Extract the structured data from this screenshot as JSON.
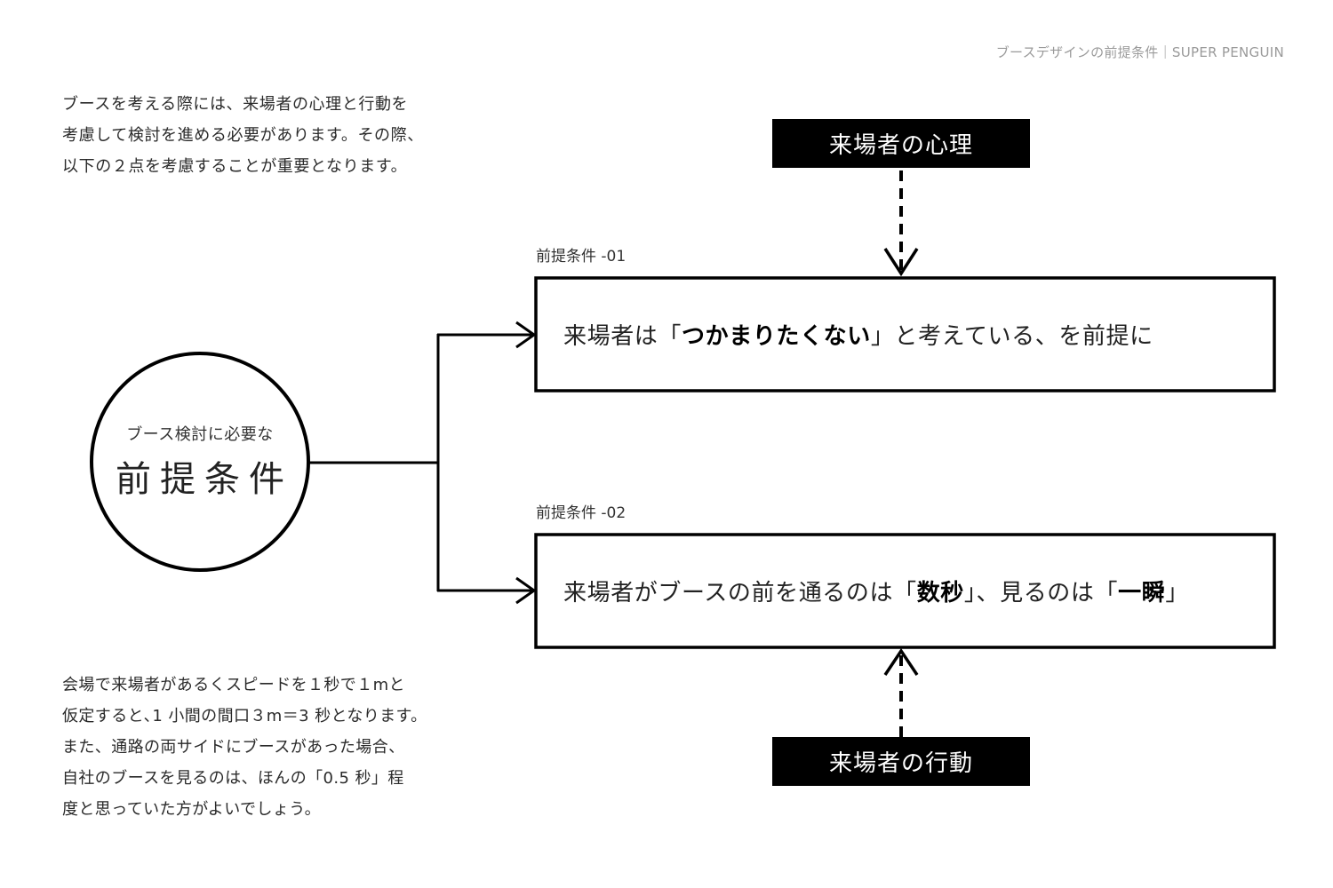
{
  "header": {
    "title": "ブースデザインの前提条件｜SUPER PENGUIN"
  },
  "intro": {
    "lines": [
      "ブースを考える際には、来場者の心理と行動を",
      "考慮して検討を進める必要があります。その際、",
      "以下の２点を考慮することが重要となります。"
    ]
  },
  "center": {
    "subtitle": "ブース検討に必要な",
    "title": "前提条件"
  },
  "premises": [
    {
      "label": "前提条件 -01",
      "text_before": "来場者は「",
      "text_bold": "つかまりたくない",
      "text_after": "」と考えている、を前提に"
    },
    {
      "label": "前提条件 -02",
      "text_before": "来場者がブースの前を通るのは「",
      "text_bold": "数秒",
      "text_middle": "」、見るのは「",
      "text_bold2": "一瞬",
      "text_after": "」"
    }
  ],
  "tags": {
    "top": "来場者の心理",
    "bottom": "来場者の行動"
  },
  "note": {
    "lines": [
      "会場で来場者があるくスピードを１秒で１mと",
      "仮定すると､1 小間の間口３m＝3 秒となります。",
      "また、通路の両サイドにブースがあった場合、",
      "自社のブースを見るのは、ほんの「0.5 秒」程",
      "度と思っていた方がよいでしょう。"
    ]
  }
}
